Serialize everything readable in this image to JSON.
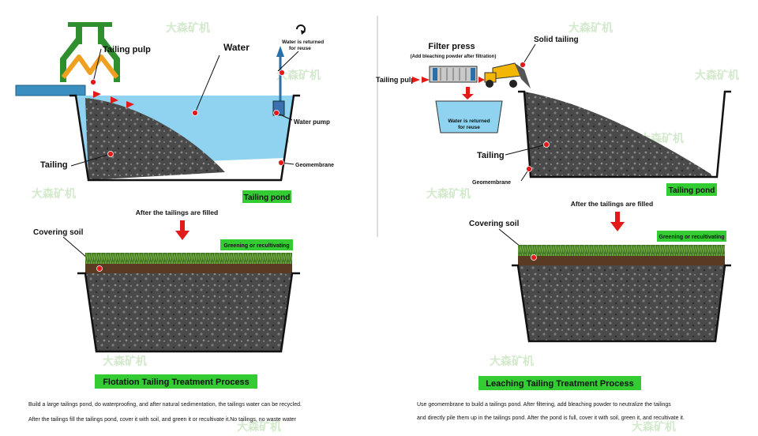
{
  "colors": {
    "water": "#8fd3f0",
    "green_box": "#33cc33",
    "arrow_red": "#e21a1a",
    "soil": "#3d3d3d",
    "grass": "#2e6b1f",
    "logo_green": "#2f8f2f",
    "logo_orange": "#f0a020"
  },
  "watermark": {
    "text": "大森矿机"
  },
  "logo": {
    "icon": "company-logo-icon"
  },
  "left": {
    "tailing_pulp": "Tailing pulp",
    "water": "Water",
    "water_returned_line1": "Water is returned",
    "water_returned_line2": "for reuse",
    "water_pump": "Water pump",
    "tailing": "Tailing",
    "geomembrane": "Geomembrane",
    "tailing_pond": "Tailing pond",
    "after_filled": "After the tailings are filled",
    "covering_soil": "Covering soil",
    "greening": "Greening or recultivating",
    "process_title": "Flotation Tailing Treatment Process",
    "desc_line1": "Build a large tailings pond, do waterproofing, and after natural sedimentation, the tailings water can be recycled.",
    "desc_line2": "After the tailings fill the tailings pond, cover it with soil, and green it or recultivate it.No tailings, no waste water"
  },
  "right": {
    "filter_press": "Filter press",
    "filter_press_note": "(Add bleaching powder after filtration)",
    "solid_tailing": "Solid tailing",
    "tailing_pulp": "Tailing pulp",
    "water_returned_line1": "Water is returned",
    "water_returned_line2": "for reuse",
    "tailing": "Tailing",
    "geomembrane": "Geomembrane",
    "tailing_pond": "Tailing pond",
    "after_filled": "After the tailings are filled",
    "covering_soil": "Covering soil",
    "greening": "Greening or recultivating",
    "process_title": "Leaching Tailing Treatment Process",
    "desc_line1": "Use geomembrane to build a tailings pond. After filtering, add bleaching powder to neutralize the tailings",
    "desc_line2": "and directly pile them up in the tailings pond. After the pond is full, cover it with soil, green it, and recultivate it."
  }
}
